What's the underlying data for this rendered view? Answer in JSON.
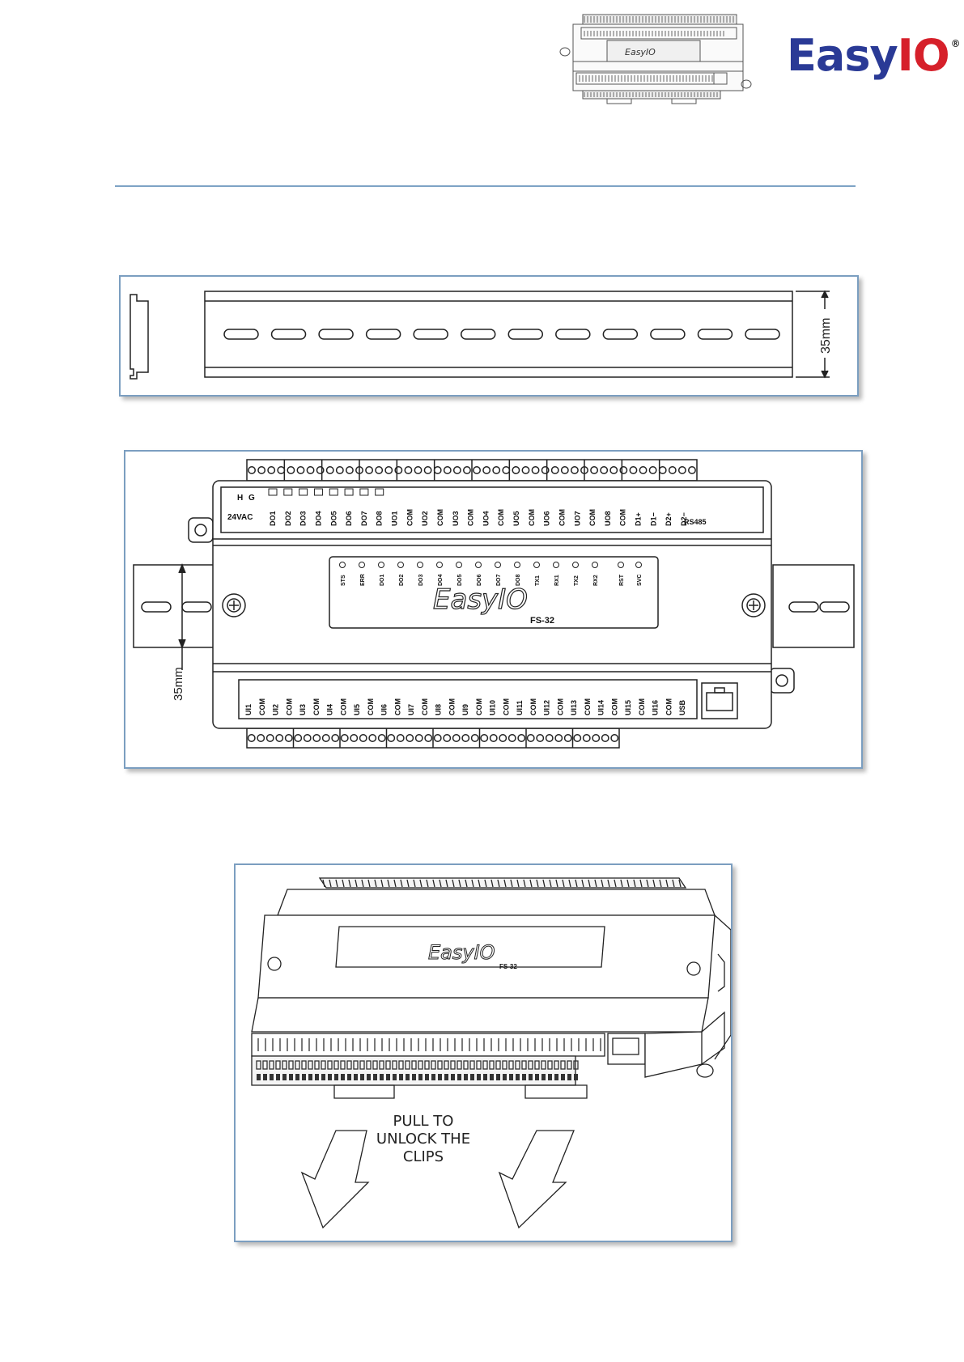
{
  "header": {
    "logo_text_main": "Easy",
    "logo_text_accent": "IO",
    "logo_mark": "®"
  },
  "thumbnail": {
    "brand": "EasyIO"
  },
  "rail_figure": {
    "dimension": "35mm",
    "slot_count": 12
  },
  "front_figure": {
    "dimension": "35mm",
    "top_labels": [
      "H",
      "G",
      "24VAC",
      "DO1",
      "DO2",
      "DO3",
      "DO4",
      "DO5",
      "DO6",
      "DO7",
      "DO8",
      "UO1",
      "COM",
      "UO2",
      "COM",
      "UO3",
      "COM",
      "UO4",
      "COM",
      "UO5",
      "COM",
      "UO6",
      "COM",
      "UO7",
      "COM",
      "UO8",
      "COM",
      "D1+",
      "D1−",
      "D2+",
      "D2−",
      "RS485"
    ],
    "led_labels": [
      "STS",
      "ERR",
      "DO1",
      "DO2",
      "DO3",
      "DO4",
      "DO5",
      "DO6",
      "DO7",
      "DO8",
      "TX1",
      "RX1",
      "TX2",
      "RX2",
      "RST",
      "SVC"
    ],
    "bottom_labels": [
      "UI1",
      "COM",
      "UI2",
      "COM",
      "UI3",
      "COM",
      "UI4",
      "COM",
      "UI5",
      "COM",
      "UI6",
      "COM",
      "UI7",
      "COM",
      "UI8",
      "COM",
      "UI9",
      "COM",
      "UI10",
      "COM",
      "UI11",
      "COM",
      "UI12",
      "COM",
      "UI13",
      "COM",
      "UI14",
      "COM",
      "UI15",
      "COM",
      "UI16",
      "COM",
      "USB"
    ],
    "brand": "EasyIO",
    "model": "FS-32"
  },
  "iso_figure": {
    "brand": "EasyIO",
    "model": "FS-32",
    "instruction_lines": [
      "PULL  TO",
      "UNLOCK  THE",
      "CLIPS"
    ]
  }
}
